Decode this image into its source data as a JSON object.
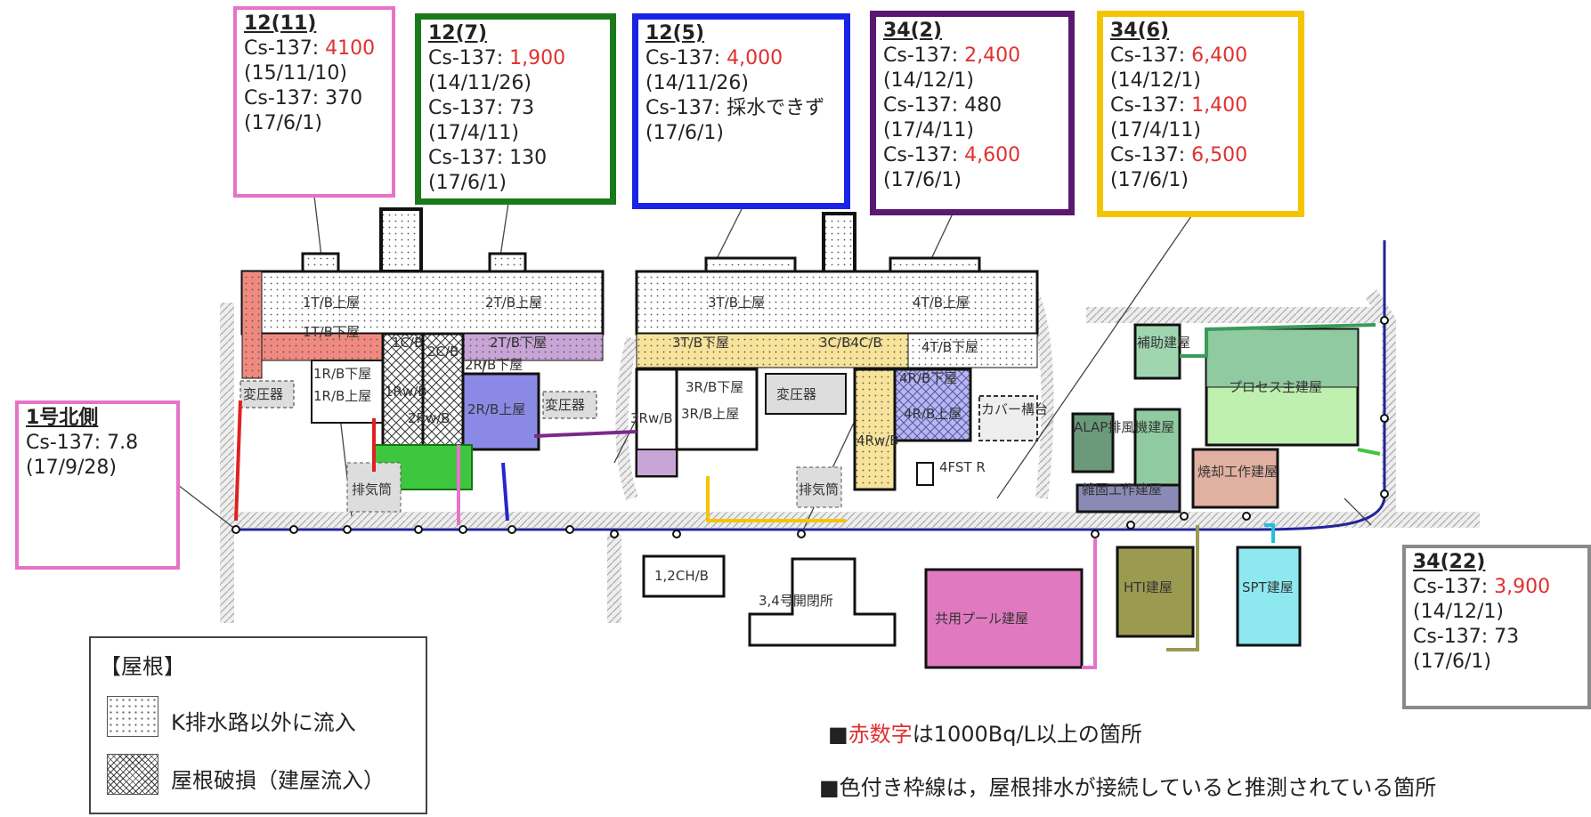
{
  "callouts": [
    {
      "id": "c1",
      "title": "12(11)",
      "border": "#e673c8",
      "lines": [
        {
          "prefix": "Cs-137: ",
          "value": "4100",
          "red": true
        },
        {
          "text": "(15/11/10)"
        },
        {
          "prefix": "Cs-137: ",
          "value": "370",
          "red": false
        },
        {
          "text": "(17/6/1)"
        }
      ]
    },
    {
      "id": "c2",
      "title": "12(7)",
      "border": "#1a7a1a",
      "lines": [
        {
          "prefix": "Cs-137: ",
          "value": "1,900",
          "red": true
        },
        {
          "text": "(14/11/26)"
        },
        {
          "prefix": "Cs-137: ",
          "value": "73",
          "red": false
        },
        {
          "text": "(17/4/11)"
        },
        {
          "prefix": "Cs-137: ",
          "value": "130",
          "red": false
        },
        {
          "text": "(17/6/1)"
        }
      ]
    },
    {
      "id": "c3",
      "title": "12(5)",
      "border": "#1a24e6",
      "lines": [
        {
          "prefix": "Cs-137: ",
          "value": "4,000",
          "red": true
        },
        {
          "text": "(14/11/26)"
        },
        {
          "prefix": "Cs-137: ",
          "value": "採水できず",
          "red": false
        },
        {
          "text": "(17/6/1)"
        }
      ]
    },
    {
      "id": "c4",
      "title": "34(2)",
      "border": "#5a1870",
      "lines": [
        {
          "prefix": "Cs-137: ",
          "value": "2,400",
          "red": true
        },
        {
          "text": "(14/12/1)"
        },
        {
          "prefix": "Cs-137: ",
          "value": "480",
          "red": false
        },
        {
          "text": "(17/4/11)"
        },
        {
          "prefix": "Cs-137: ",
          "value": "4,600",
          "red": true
        },
        {
          "text": "(17/6/1)"
        }
      ]
    },
    {
      "id": "c5",
      "title": "34(6)",
      "border": "#f5c400",
      "lines": [
        {
          "prefix": "Cs-137: ",
          "value": "6,400",
          "red": true
        },
        {
          "text": "(14/12/1)"
        },
        {
          "prefix": "Cs-137: ",
          "value": "1,400",
          "red": true
        },
        {
          "text": "(17/4/11)"
        },
        {
          "prefix": "Cs-137: ",
          "value": "6,500",
          "red": true
        },
        {
          "text": "(17/6/1)"
        }
      ]
    },
    {
      "id": "c6",
      "title": "1号北側",
      "border": "#e673c8",
      "lines": [
        {
          "prefix": "Cs-137: ",
          "value": "7.8",
          "red": false
        },
        {
          "text": "(17/9/28)"
        }
      ]
    },
    {
      "id": "c7",
      "title": "34(22)",
      "border": "#8a8a8a",
      "lines": [
        {
          "prefix": "Cs-137: ",
          "value": "3,900",
          "red": true
        },
        {
          "text": "(14/12/1)"
        },
        {
          "prefix": "Cs-137: ",
          "value": "73",
          "red": false
        },
        {
          "text": "(17/6/1)"
        }
      ]
    }
  ],
  "buildings": {
    "b1tb_upper": "1T/B上屋",
    "b1tb_lower": "1T/B下屋",
    "b2tb_upper": "2T/B上屋",
    "b2tb_lower": "2T/B下屋",
    "b3tb_upper": "3T/B上屋",
    "b3tb_lower": "3T/B下屋",
    "b4tb_upper": "4T/B上屋",
    "b4tb_lower": "4T/B下屋",
    "b1cb": "1C/B",
    "b2cb": "2C/B",
    "b34cb": "3C/B4C/B",
    "b1rb_lower": "1R/B下屋",
    "b1rb_upper": "1R/B上屋",
    "b2rb_lower": "2R/B下屋",
    "b2rb_upper": "2R/B上屋",
    "b3rb_lower": "3R/B下屋",
    "b3rb_upper": "3R/B上屋",
    "b4rb_lower": "4R/B下屋",
    "b4rb_upper": "4R/B上屋",
    "b1rw": "1Rw/B",
    "b2rw": "2Rw/B",
    "b3rw": "3Rw/B",
    "b4rw": "4Rw/B",
    "transformer": "変圧器",
    "exhaust": "排気筒",
    "b4fst": "4FST R",
    "cover": "カバー構台",
    "fire": "補助建屋",
    "process": "プロセス主建屋",
    "alps": "ALAP排風機建屋",
    "miscwork": "雑固工作建屋",
    "incin": "焼却工作建屋",
    "ch": "1,2CH/B",
    "gate": "3,4号開閉所",
    "pool": "共用プール建屋",
    "hti": "HTI建屋",
    "spt": "SPT建屋"
  },
  "legend": {
    "title": "【屋根】",
    "item1": "K排水路以外に流入",
    "item2": "屋根破損（建屋流入）"
  },
  "notes": {
    "n1_marker": "■",
    "n1_red": "赤数字",
    "n1_rest": "は1000Bq/L以上の箇所",
    "n2": "■色付き枠線は，屋根排水が接続していると推測されている箇所"
  },
  "colors": {
    "red_value": "#e03030"
  }
}
